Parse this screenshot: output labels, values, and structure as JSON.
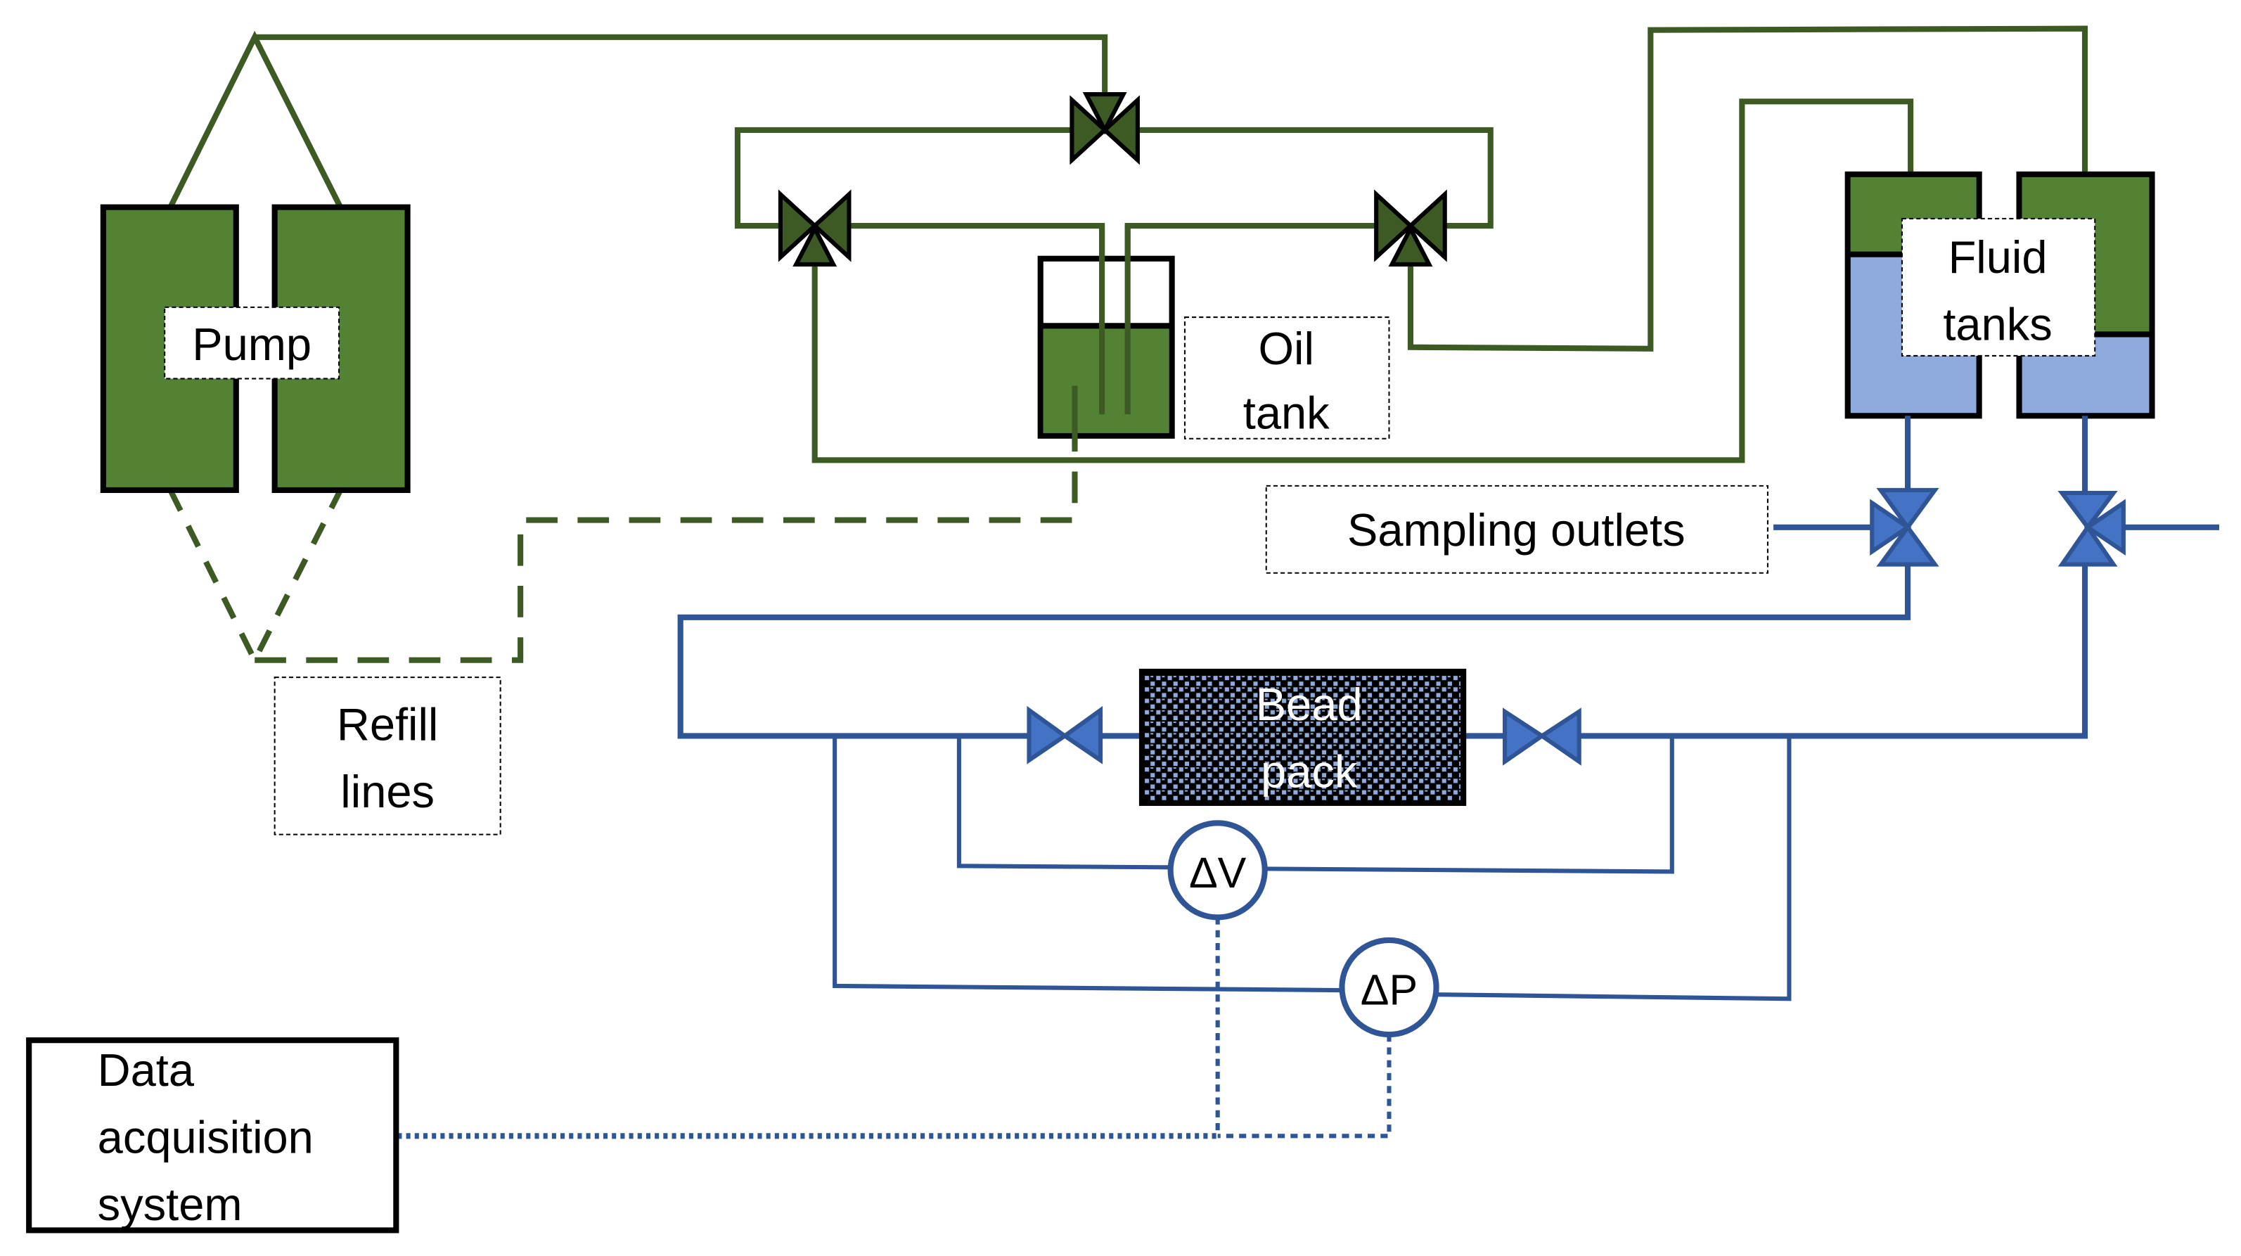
{
  "diagram": {
    "title": "Bead pack flow apparatus schematic",
    "labels": {
      "pump": "Pump",
      "oil_tank_line1": "Oil",
      "oil_tank_line2": "tank",
      "fluid_tanks_line1": "Fluid",
      "fluid_tanks_line2": "tanks",
      "sampling_outlets": "Sampling outlets",
      "refill_lines_line1": "Refill",
      "refill_lines_line2": "lines",
      "bead_pack_line1": "Bead",
      "bead_pack_line2": "pack",
      "delta_v": "ΔV",
      "delta_p": "ΔP",
      "daq_line1": "Data",
      "daq_line2": "acquisition",
      "daq_line3": "system"
    },
    "colors": {
      "oil_line": "#3d5a24",
      "oil_fill": "#548235",
      "water_line": "#2f5597",
      "water_fill": "#8faadc",
      "valve_blue": "#4472c4",
      "outline": "#000000"
    }
  }
}
